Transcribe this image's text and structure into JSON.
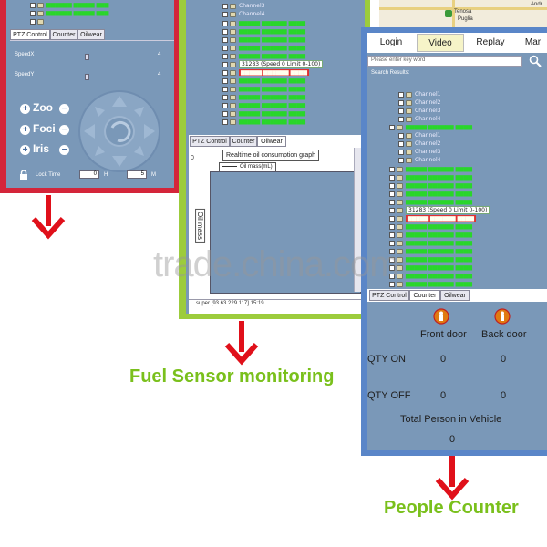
{
  "ptz_panel": {
    "tabs": [
      "PTZ Control",
      "Counter",
      "Oilwear"
    ],
    "speed_x_label": "SpeedX",
    "speed_y_label": "SpeedY",
    "speed_x_value": "4",
    "speed_y_value": "4",
    "zoom_label": "Zoo",
    "focus_label": "Foci",
    "iris_label": "Iris",
    "lock_time_label": "Lock Time",
    "hour_value": "0",
    "hour_unit": "H",
    "minute_value": "5",
    "minute_unit": "M"
  },
  "fuel_panel": {
    "channels": [
      "Channel3",
      "Channel4"
    ],
    "tabs": [
      "PTZ Control",
      "Counter",
      "Oilwear"
    ],
    "speed_entry": "31283 (Speed 0 Limit 0-100)",
    "chart_title": "Realtime oil consumption graph",
    "legend_label": "Oil mass(mL)",
    "y_axis_label": "Oil mass",
    "y_top_tick": "0",
    "status_bar": "super [93.63.229.117]  15:19"
  },
  "search_panel": {
    "map_label_1": "Tenosa",
    "map_label_2": "Puglia",
    "map_label_3": "Andr",
    "tabs": [
      "Login",
      "Video",
      "Replay",
      "Mar"
    ],
    "search_placeholder": "Please enter key word",
    "results_label": "Search Results:",
    "channels_a": [
      "Channel1",
      "Channel2",
      "Channel3",
      "Channel4"
    ],
    "channels_b": [
      "Channel1",
      "Channel2",
      "Channel3",
      "Channel4"
    ],
    "speed_entry": "31283 (Speed 0 Limit 0-100)"
  },
  "people_counter": {
    "tabs": [
      "PTZ Control",
      "Counter",
      "Oilwear"
    ],
    "front_door_label": "Front door",
    "back_door_label": "Back door",
    "qty_on_label": "QTY ON",
    "qty_off_label": "QTY OFF",
    "qty_on_front": "0",
    "qty_on_back": "0",
    "qty_off_front": "0",
    "qty_off_back": "0",
    "total_label": "Total Person in Vehicle",
    "total_value": "0"
  },
  "captions": {
    "fuel": "Fuel Sensor monitoring",
    "people": "People Counter"
  },
  "watermark": "trade.china.com",
  "colors": {
    "panel_blue": "#7a98b8",
    "frame_red": "#d4253a",
    "frame_green": "#9ccc3c",
    "frame_blue": "#5a86c8",
    "arrow_red": "#e0101a",
    "caption_green": "#7ac01c"
  }
}
